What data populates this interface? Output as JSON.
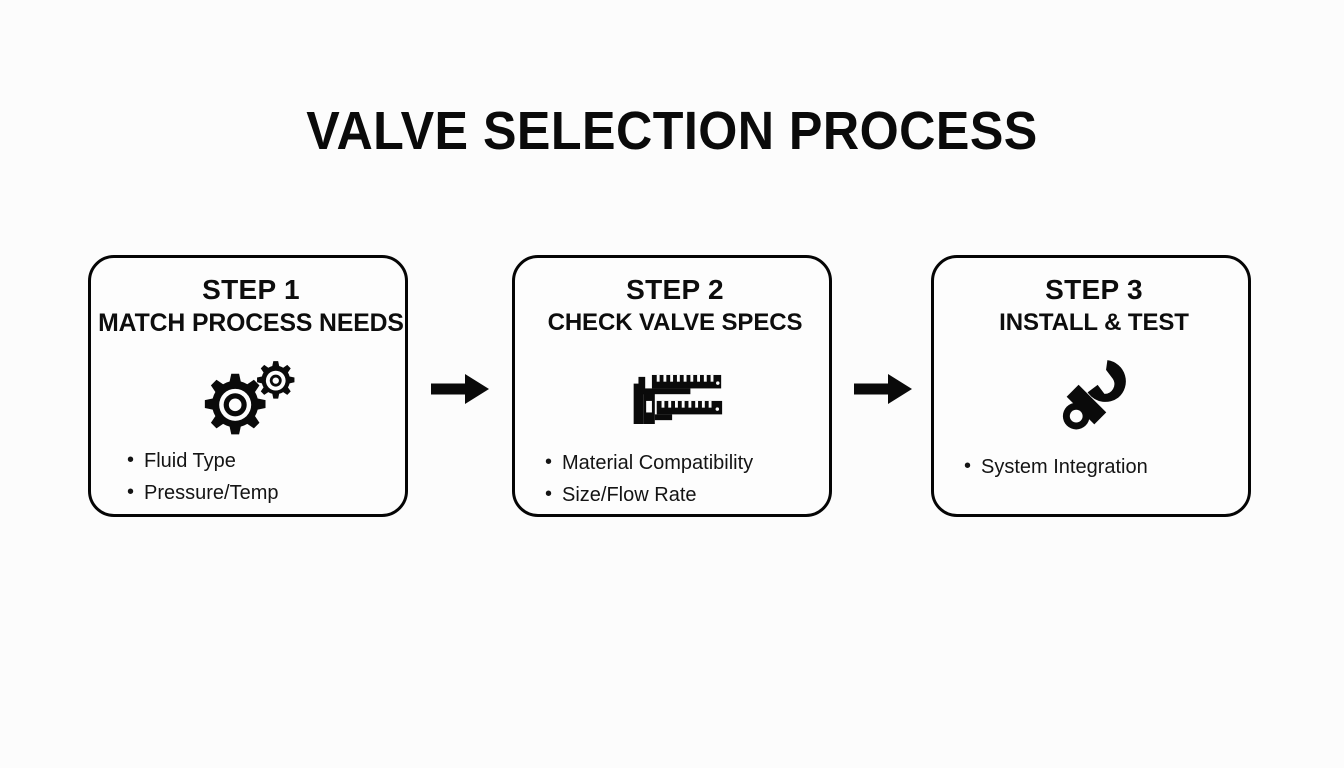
{
  "title": "VALVE SELECTION PROCESS",
  "colors": {
    "background": "#fcfcfc",
    "ink": "#0a0a0a",
    "card_border": "#050505",
    "card_fill": "#fdfdfd",
    "bullet_text": "#141414"
  },
  "steps": [
    {
      "step_label": "STEP 1",
      "heading": "MATCH PROCESS NEEDS",
      "icon": "gears-icon",
      "bullets": [
        "Fluid Type",
        "Pressure/Temp"
      ]
    },
    {
      "step_label": "STEP 2",
      "heading": "CHECK VALVE SPECS",
      "icon": "caliper-icon",
      "bullets": [
        "Material Compatibility",
        "Size/Flow Rate"
      ]
    },
    {
      "step_label": "STEP 3",
      "heading": "INSTALL & TEST",
      "icon": "wrench-icon",
      "bullets": [
        "System Integration"
      ]
    }
  ],
  "connectors": [
    {
      "icon": "arrow-right-icon",
      "from": "STEP 1",
      "to": "STEP 2"
    },
    {
      "icon": "arrow-right-icon",
      "from": "STEP 2",
      "to": "STEP 3"
    }
  ]
}
